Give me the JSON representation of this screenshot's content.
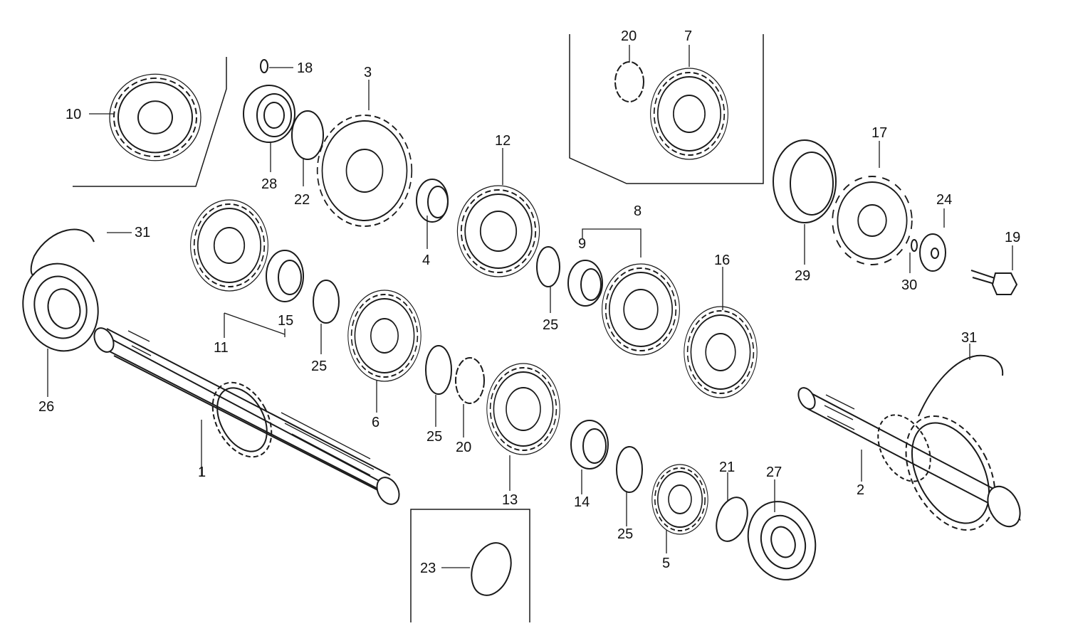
{
  "diagram": {
    "part_labels": {
      "p1": "1",
      "p2": "2",
      "p3": "3",
      "p4": "4",
      "p5": "5",
      "p6": "6",
      "p7": "7",
      "p8": "8",
      "p9": "9",
      "p10": "10",
      "p11": "11",
      "p12": "12",
      "p13": "13",
      "p14": "14",
      "p15": "15",
      "p16": "16",
      "p17": "17",
      "p18": "18",
      "p19": "19",
      "p20a": "20",
      "p20b": "20",
      "p21": "21",
      "p22": "22",
      "p23": "23",
      "p24": "24",
      "p25a": "25",
      "p25b": "25",
      "p25c": "25",
      "p25d": "25",
      "p26": "26",
      "p27": "27",
      "p28": "28",
      "p29": "29",
      "p30": "30",
      "p31a": "31",
      "p31b": "31"
    },
    "line_color": "#1a1a1a",
    "background": "#ffffff"
  }
}
